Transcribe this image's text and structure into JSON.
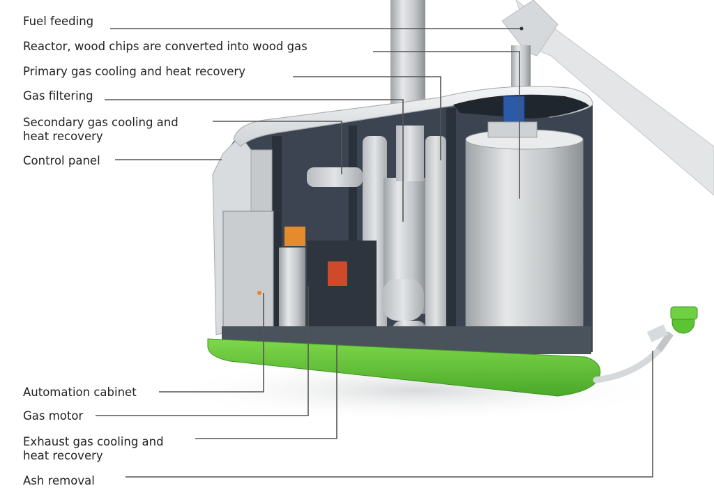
{
  "labels": {
    "fuel_feeding": "Fuel feeding",
    "reactor": "Reactor, wood chips are converted into wood gas",
    "primary_cooling": "Primary gas cooling and heat recovery",
    "gas_filtering": "Gas filtering",
    "secondary_cooling": "Secondary gas cooling and heat recovery",
    "control_panel": "Control panel",
    "automation_cabinet": "Automation cabinet",
    "gas_motor": "Gas motor",
    "exhaust_cooling": "Exhaust gas cooling and heat recovery",
    "ash_removal": "Ash removal"
  },
  "colors": {
    "accent_green": "#5cc334",
    "leader_line": "#555555",
    "steel": "#c9ccce",
    "frame": "#2c3440"
  }
}
